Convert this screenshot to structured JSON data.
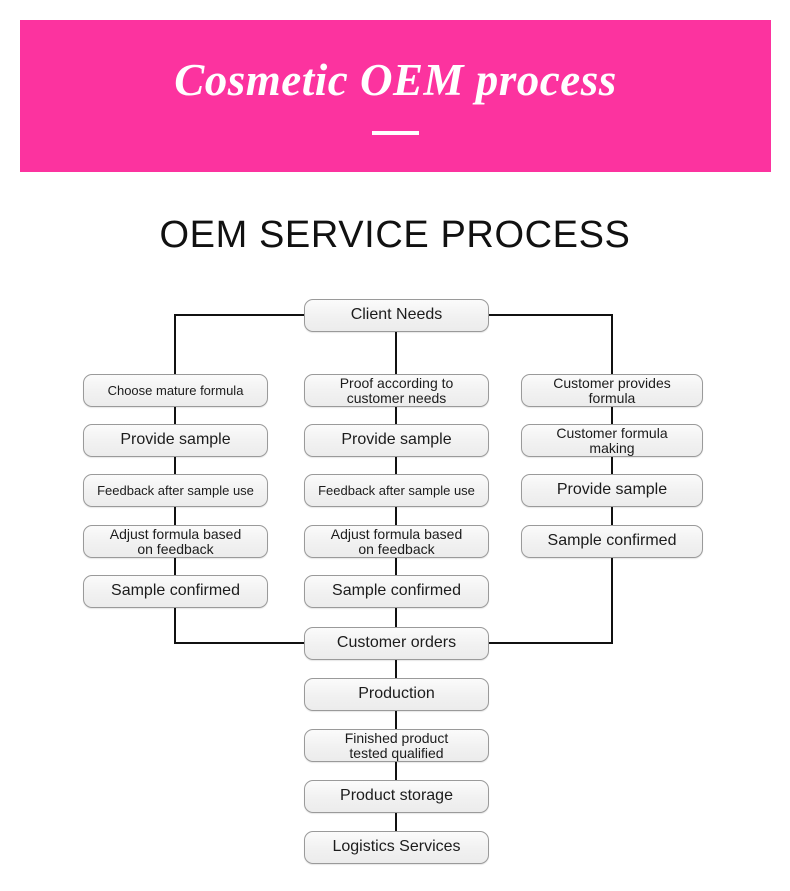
{
  "banner": {
    "title": "Cosmetic OEM process",
    "accent_color": "#fc339f",
    "text_color": "#ffffff"
  },
  "section": {
    "title": "OEM SERVICE PROCESS"
  },
  "flowchart": {
    "node_fill": "#f1f1f1",
    "node_border": "#9a9a9a",
    "connector_color": "#000000",
    "start": {
      "label": "Client Needs"
    },
    "branches": [
      {
        "name": "choose-mature-formula-branch",
        "steps": [
          "Choose mature formula",
          "Provide sample",
          "Feedback after sample use",
          "Adjust formula based\non feedback",
          "Sample confirmed"
        ]
      },
      {
        "name": "proof-according-to-customer-needs-branch",
        "steps": [
          "Proof according to\ncustomer needs",
          "Provide sample",
          "Feedback after sample use",
          "Adjust formula based\non feedback",
          "Sample confirmed"
        ]
      },
      {
        "name": "customer-provides-formula-branch",
        "steps": [
          "Customer provides\nformula",
          "Customer formula\nmaking",
          "Provide sample",
          "Sample confirmed"
        ]
      }
    ],
    "tail": [
      "Customer orders",
      "Production",
      "Finished product\ntested qualified",
      "Product storage",
      "Logistics Services"
    ]
  }
}
